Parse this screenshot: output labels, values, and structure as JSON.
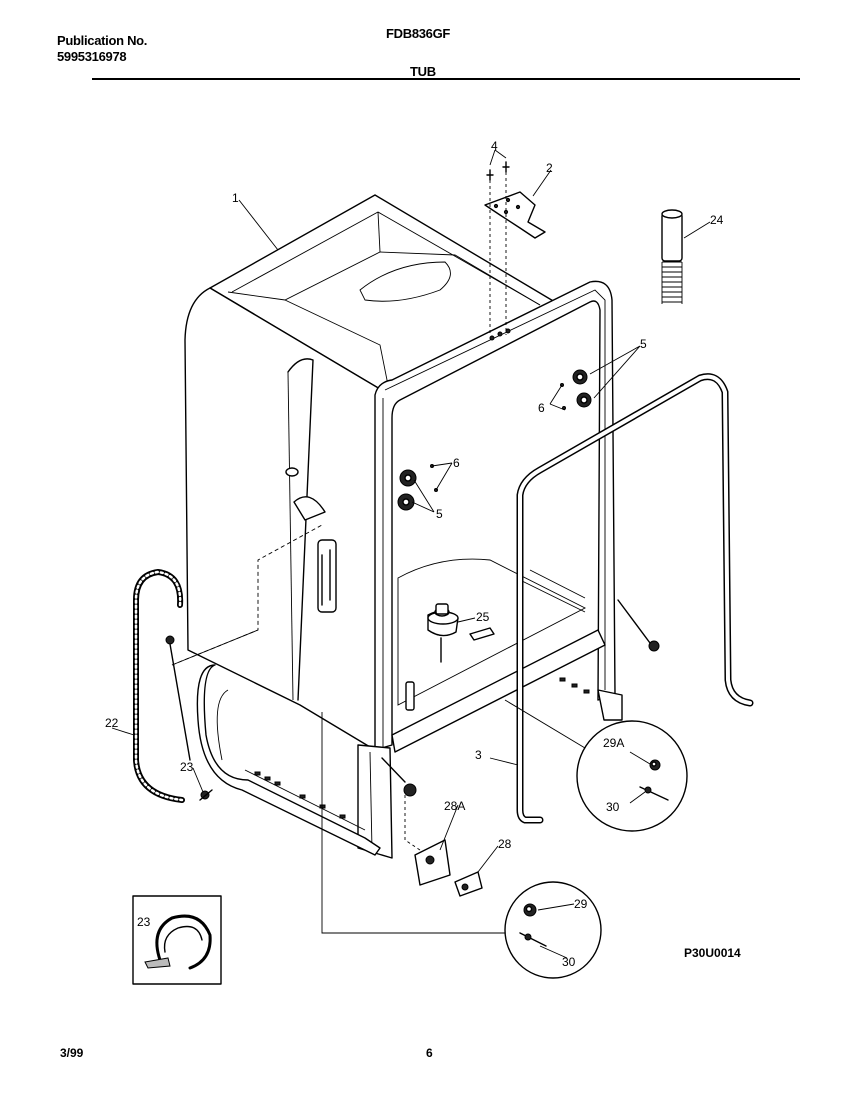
{
  "header": {
    "publication_label": "Publication No.",
    "publication_number": "5995316978",
    "model": "FDB836GF",
    "section": "TUB"
  },
  "footer": {
    "date": "3/99",
    "page": "6",
    "diagram_code": "P30U0014"
  },
  "callouts": {
    "c1": "1",
    "c2": "2",
    "c3": "3",
    "c4": "4",
    "c5a": "5",
    "c5b": "5",
    "c6a": "6",
    "c6b": "6",
    "c22": "22",
    "c23": "23",
    "c23_inset": "23",
    "c24": "24",
    "c25": "25",
    "c28": "28",
    "c28a": "28A",
    "c29": "29",
    "c29a": "29A",
    "c30a": "30",
    "c30b": "30"
  }
}
